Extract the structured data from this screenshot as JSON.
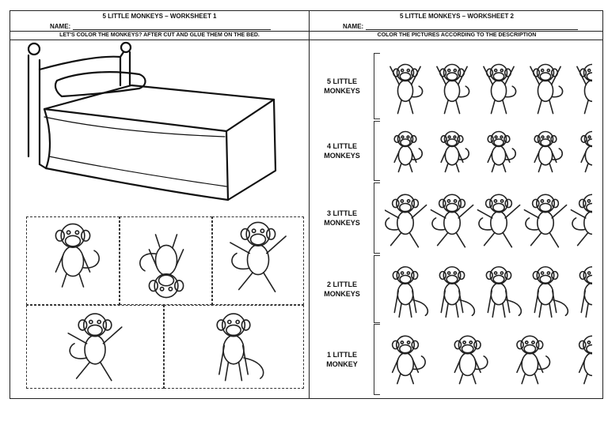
{
  "worksheet1": {
    "title": "5 LITTLE MONKEYS – WORKSHEET 1",
    "name_label": "NAME:",
    "instruction": "LET'S COLOR THE MONKEYS? AFTER CUT AND GLUE THEM ON THE BED.",
    "cutouts": [
      {
        "icon": "sitting-monkey-icon"
      },
      {
        "icon": "upside-down-monkey-icon"
      },
      {
        "icon": "jumping-monkey-icon"
      },
      {
        "icon": "waving-monkey-icon"
      },
      {
        "icon": "reclining-monkey-icon"
      }
    ]
  },
  "worksheet2": {
    "title": "5 LITTLE MONKEYS – WORKSHEET 2",
    "name_label": "NAME:",
    "instruction": "COLOR  THE PICTURES ACCORDING TO THE DESCRIPTION",
    "rows": [
      {
        "label_line1": "5 LITTLE",
        "label_line2": "MONKEYS",
        "count": 5,
        "icon": "hanging-monkey-icon"
      },
      {
        "label_line1": "4 LITTLE",
        "label_line2": "MONKEYS",
        "count": 5,
        "icon": "big-eyed-monkey-icon"
      },
      {
        "label_line1": "3 LITTLE",
        "label_line2": "MONKEYS",
        "count": 5,
        "icon": "dancing-monkey-icon"
      },
      {
        "label_line1": "2 LITTLE",
        "label_line2": "MONKEYS",
        "count": 5,
        "icon": "walking-monkey-icon"
      },
      {
        "label_line1": "1 LITTLE",
        "label_line2": "MONKEY",
        "count": 4,
        "icon": "banana-monkey-icon"
      }
    ]
  }
}
